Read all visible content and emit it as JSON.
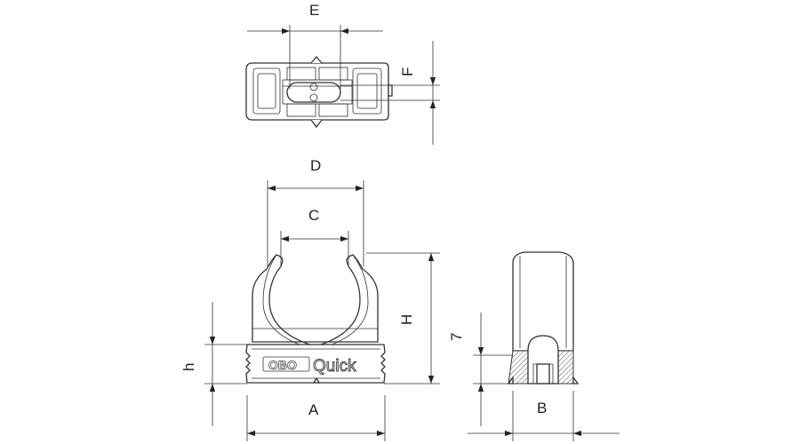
{
  "drawing": {
    "dimensions": {
      "A": "A",
      "B": "B",
      "C": "C",
      "D": "D",
      "E": "E",
      "F": "F",
      "H": "H",
      "h": "h",
      "seven": "7"
    },
    "brand": {
      "logo": "OBO",
      "name": "Quick"
    }
  }
}
